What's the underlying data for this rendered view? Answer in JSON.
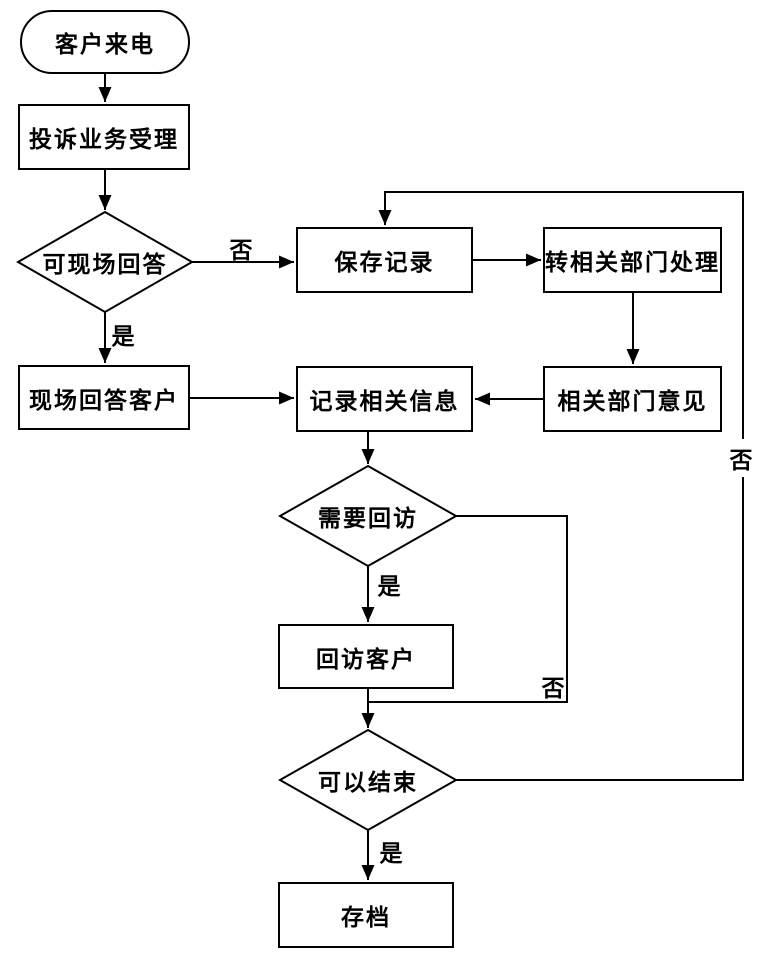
{
  "diagram": {
    "type": "flowchart",
    "nodes": [
      {
        "id": "start",
        "shape": "terminator",
        "label": "客户来电"
      },
      {
        "id": "complaint-acceptance",
        "shape": "process",
        "label": "投诉业务受理"
      },
      {
        "id": "can-answer-onsite",
        "shape": "decision",
        "label": "可现场回答"
      },
      {
        "id": "save-record",
        "shape": "process",
        "label": "保存记录"
      },
      {
        "id": "transfer-to-dept",
        "shape": "process",
        "label": "转相关部门处理"
      },
      {
        "id": "answer-customer-onsite",
        "shape": "process",
        "label": "现场回答客户"
      },
      {
        "id": "record-related-info",
        "shape": "process",
        "label": "记录相关信息"
      },
      {
        "id": "dept-opinion",
        "shape": "process",
        "label": "相关部门意见"
      },
      {
        "id": "need-followup",
        "shape": "decision",
        "label": "需要回访"
      },
      {
        "id": "followup-customer",
        "shape": "process",
        "label": "回访客户"
      },
      {
        "id": "can-end",
        "shape": "decision",
        "label": "可以结束"
      },
      {
        "id": "archive",
        "shape": "process",
        "label": "存档"
      }
    ],
    "edges": [
      {
        "from": "客户来电",
        "to": "投诉业务受理",
        "label": ""
      },
      {
        "from": "投诉业务受理",
        "to": "可现场回答",
        "label": ""
      },
      {
        "from": "可现场回答",
        "to": "保存记录",
        "label": "否"
      },
      {
        "from": "可现场回答",
        "to": "现场回答客户",
        "label": "是"
      },
      {
        "from": "保存记录",
        "to": "转相关部门处理",
        "label": ""
      },
      {
        "from": "转相关部门处理",
        "to": "相关部门意见",
        "label": ""
      },
      {
        "from": "相关部门意见",
        "to": "记录相关信息",
        "label": ""
      },
      {
        "from": "现场回答客户",
        "to": "记录相关信息",
        "label": ""
      },
      {
        "from": "记录相关信息",
        "to": "需要回访",
        "label": ""
      },
      {
        "from": "需要回访",
        "to": "回访客户",
        "label": "是"
      },
      {
        "from": "需要回访",
        "to": "可以结束",
        "label": "否"
      },
      {
        "from": "回访客户",
        "to": "可以结束",
        "label": ""
      },
      {
        "from": "可以结束",
        "to": "存档",
        "label": "是"
      },
      {
        "from": "可以结束",
        "to": "保存记录",
        "label": "否"
      }
    ],
    "colors": {
      "line": "#000000",
      "node_fill": "#ffffff",
      "background": "#ffffff",
      "text": "#000000"
    }
  }
}
